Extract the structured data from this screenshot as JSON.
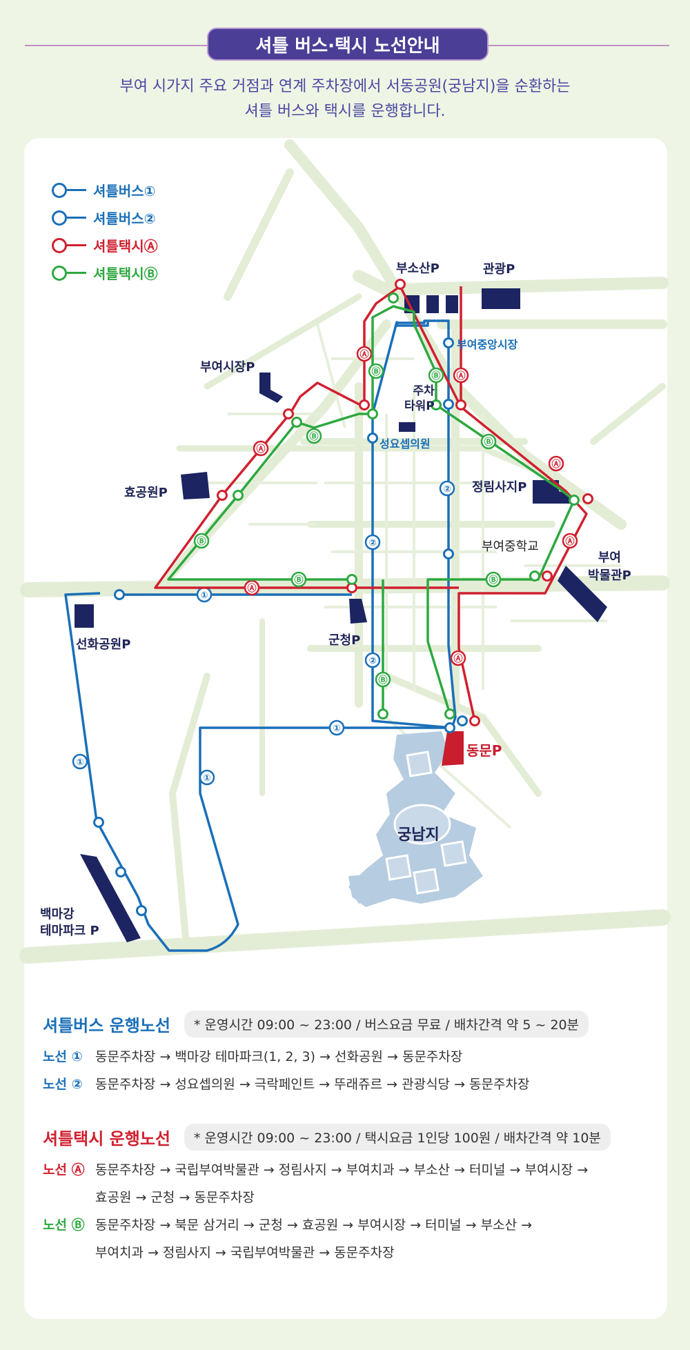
{
  "header": {
    "title": "셔틀 버스·택시 노선안내",
    "intro_line1": "부여 시가지 주요 거점과 연계 주차장에서 서동공원(궁남지)을 순환하는",
    "intro_line2": "셔틀 버스와 택시를 운행합니다."
  },
  "colors": {
    "bus": "#1a6fb8",
    "taxi_a": "#d0202f",
    "taxi_b": "#2ea840",
    "parking": "#1c2462",
    "pond": "#b6cce0",
    "road": "#e4eed8",
    "purple": "#4b3e96"
  },
  "legend": [
    {
      "label": "셔틀버스①",
      "color": "#1a6fb8"
    },
    {
      "label": "셔틀버스②",
      "color": "#1a6fb8"
    },
    {
      "label": "셔틀택시Ⓐ",
      "color": "#d0202f"
    },
    {
      "label": "셔틀택시Ⓑ",
      "color": "#2ea840"
    }
  ],
  "map_labels": {
    "busosan": "부소산P",
    "gwangwang": "관광P",
    "market": "부여중앙시장",
    "parking_tower": "주차\n타워P",
    "buyeo_market_p": "부여시장P",
    "seongyo": "성요셉의원",
    "hyogongwon": "효공원P",
    "jeongnimsaji": "정림사지P",
    "middle_school": "부여중학교",
    "museum": "부여\n박물관P",
    "seonhwa": "선화공원P",
    "guncheong": "군청P",
    "dongmun": "동문P",
    "gungnamji": "궁남지",
    "baekmagang": "백마강\n테마파크 P"
  },
  "route_marks": {
    "bus1": "①",
    "bus2": "②",
    "taxi_a": "Ⓐ",
    "taxi_b": "Ⓑ"
  },
  "bus_info": {
    "title": "셔틀버스 운행노선",
    "note": "* 운영시간 09:00 ~ 23:00 / 버스요금 무료 / 배차간격 약 5 ~ 20분",
    "routes": [
      {
        "tag": "노선 ①",
        "text": "동문주차장 → 백마강 테마파크(1, 2, 3) → 선화공원 → 동문주차장"
      },
      {
        "tag": "노선 ②",
        "text": "동문주차장 → 성요셉의원 → 극락페인트 → 뚜래쥬르 → 관광식당 → 동문주차장"
      }
    ]
  },
  "taxi_info": {
    "title": "셔틀택시 운행노선",
    "note": "* 운영시간 09:00 ~ 23:00 / 택시요금 1인당 100원 / 배차간격 약 10분",
    "routes": [
      {
        "tag": "노선 Ⓐ",
        "line1": "동문주차장 → 국립부여박물관 → 정림사지 → 부여치과 → 부소산 → 터미널 → 부여시장 →",
        "line2": "효공원 → 군청 → 동문주차장"
      },
      {
        "tag": "노선 Ⓑ",
        "line1": "동문주차장 → 북문 삼거리 → 군청 → 효공원 → 부여시장 → 터미널 → 부소산 →",
        "line2": "부여치과 → 정림사지 → 국립부여박물관 → 동문주차장"
      }
    ]
  }
}
